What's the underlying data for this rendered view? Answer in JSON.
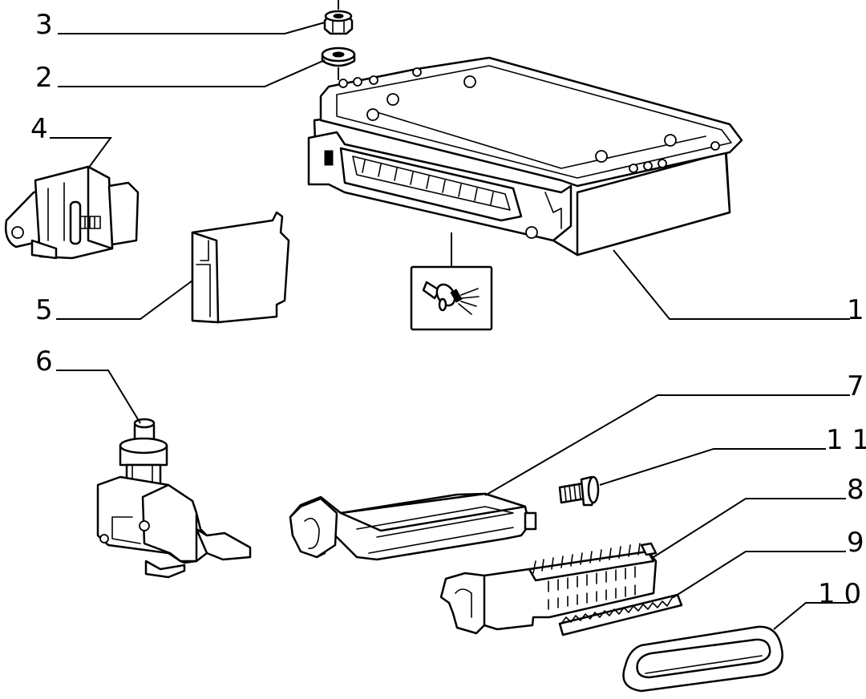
{
  "callouts": {
    "c1": "1",
    "c2": "2",
    "c3": "3",
    "c4": "4",
    "c5": "5",
    "c6": "6",
    "c7": "7",
    "c8": "8",
    "c9": "9",
    "c10": "1 0",
    "c11": "1 1"
  },
  "icons": {
    "inset_symbol": "connector-wires-icon"
  },
  "colors": {
    "line": "#000000",
    "background": "#ffffff"
  }
}
